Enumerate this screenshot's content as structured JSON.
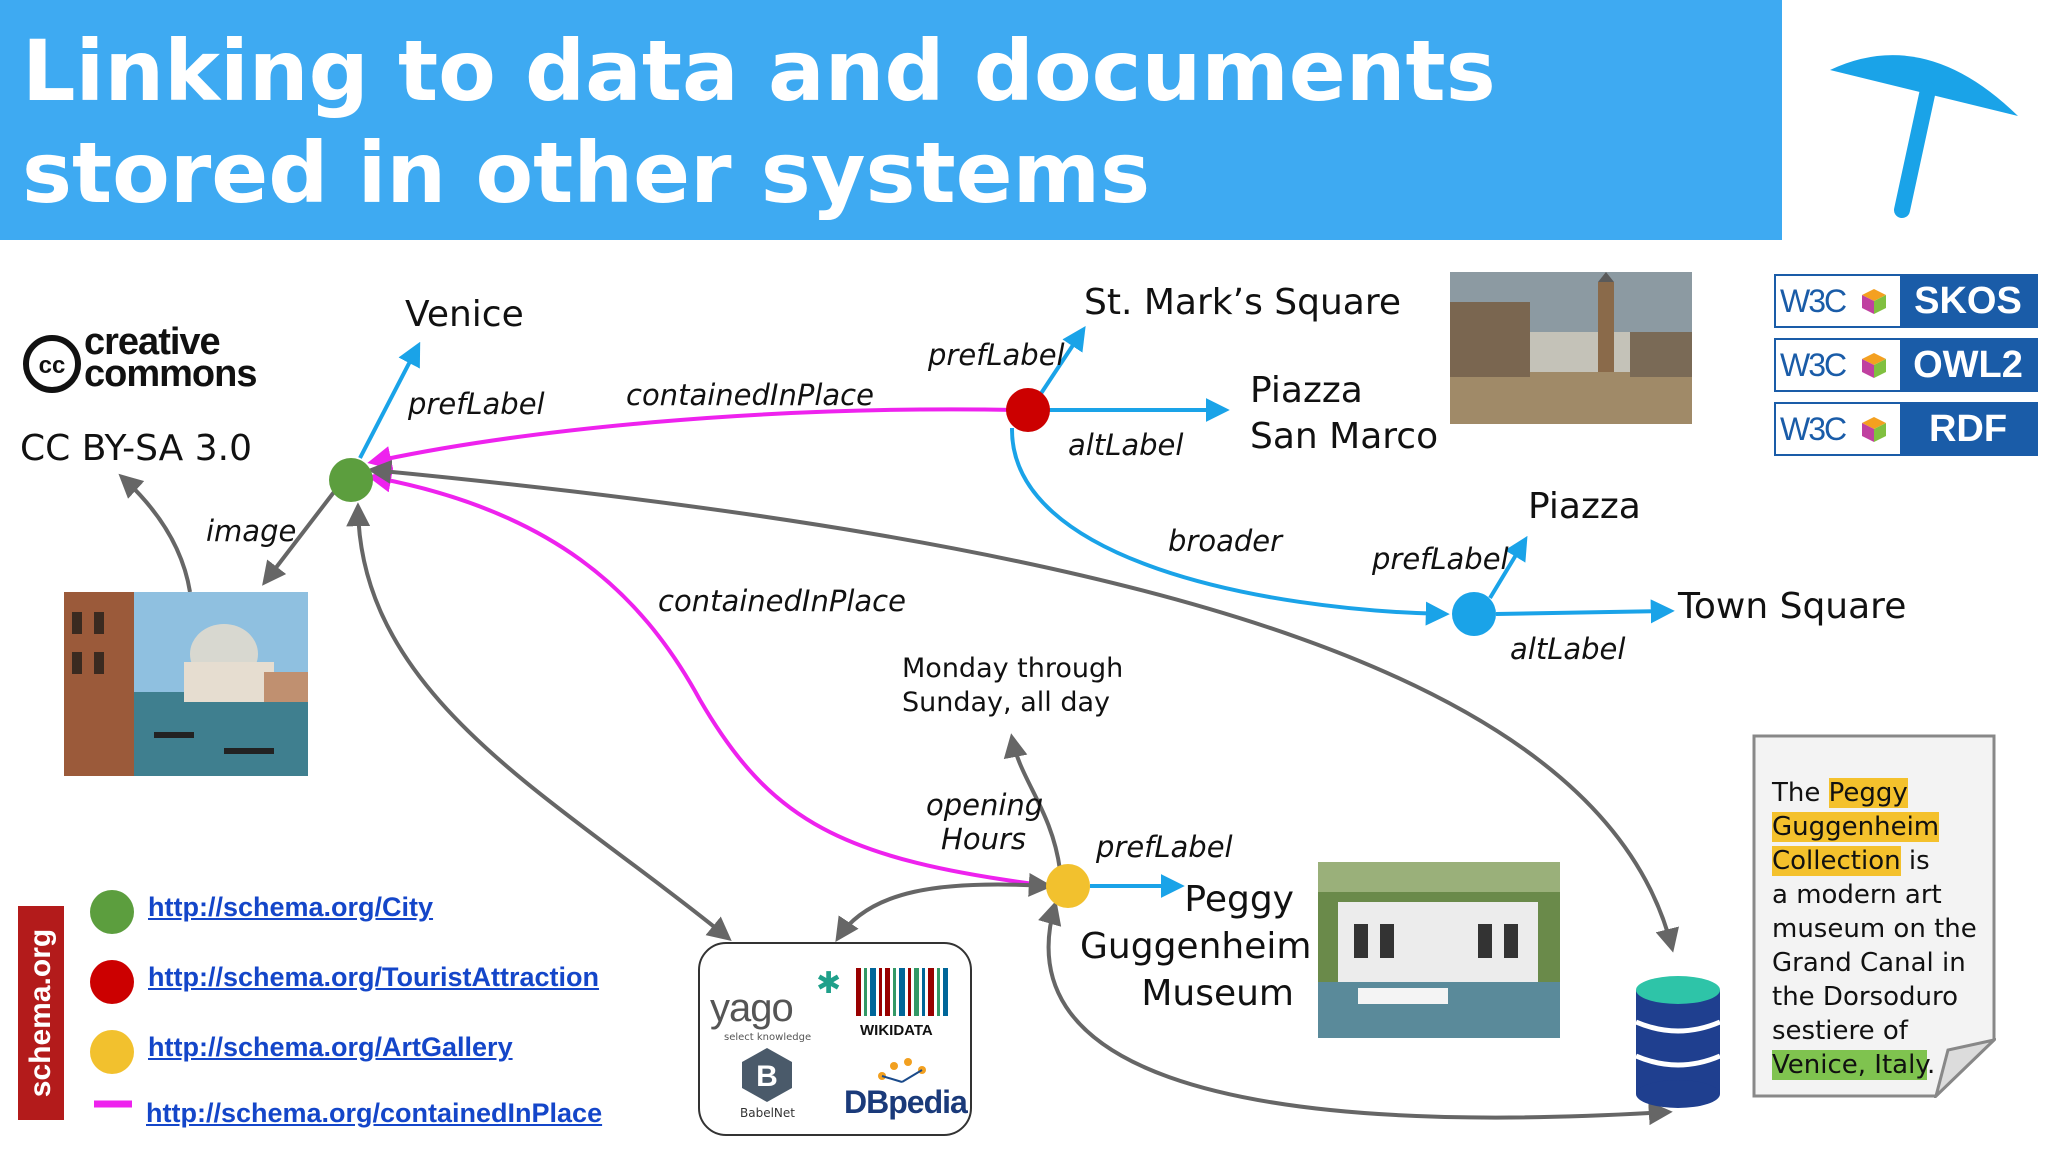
{
  "title": {
    "line1": "Linking to data and documents",
    "line2": "stored in other systems"
  },
  "cc": {
    "word1": "creative",
    "word2": "commons",
    "license": "CC BY-SA 3.0"
  },
  "nodes": {
    "venice": "Venice",
    "st_marks": "St. Mark’s Square",
    "piazza_san_marco_1": "Piazza",
    "piazza_san_marco_2": "San Marco",
    "piazza": "Piazza",
    "town_square": "Town Square",
    "opening_hours_1": "Monday through",
    "opening_hours_2": "Sunday, all day",
    "peggy_1": "Peggy",
    "peggy_2": "Guggenheim",
    "peggy_3": "Museum"
  },
  "edges": {
    "prefLabel_venice": "prefLabel",
    "image": "image",
    "containedInPlace_top": "containedInPlace",
    "containedInPlace_mid": "containedInPlace",
    "prefLabel_stmarks": "prefLabel",
    "altLabel_stmarks": "altLabel",
    "broader": "broader",
    "prefLabel_piazza": "prefLabel",
    "altLabel_piazza": "altLabel",
    "opening_1": "opening",
    "opening_2": "Hours",
    "prefLabel_peggy": "prefLabel"
  },
  "vocab_badges": [
    {
      "w3c": "W3C",
      "name": "SKOS"
    },
    {
      "w3c": "W3C",
      "name": "OWL2"
    },
    {
      "w3c": "W3C",
      "name": "RDF"
    }
  ],
  "legend": {
    "tag": "schema.org",
    "items": [
      {
        "color": "#5c9e3e",
        "link": "http://schema.org/City"
      },
      {
        "color": "#cc0000",
        "link": "http://schema.org/TouristAttraction"
      },
      {
        "color": "#f2c12e",
        "link": "http://schema.org/ArtGallery"
      },
      {
        "color": "#ee22ee",
        "link": "http://schema.org/containedInPlace"
      }
    ]
  },
  "knowledge_bases": {
    "yago": "yago",
    "yago_sub": "select knowledge",
    "wikidata": "WIKIDATA",
    "babelnet": "BabelNet",
    "dbpedia": "DBpedia"
  },
  "document": {
    "w1": "The ",
    "h1": "Peggy",
    "h2": "Guggenheim",
    "h3": "Collection",
    "w2": " is",
    "w3": "a modern art",
    "w4": "museum on the",
    "w5": "Grand Canal in",
    "w6": "the Dorsoduro",
    "w7": "sestiere of",
    "h4": "Venice, Italy",
    "w8": "."
  },
  "colors": {
    "header": "#3eaaf2",
    "city": "#5c9e3e",
    "tourist_attraction": "#cc0000",
    "art_gallery": "#f2c12e",
    "skos_node": "#1aa3e8",
    "contained_in_place": "#ee22ee",
    "skos_edge": "#1aa3e8",
    "generic_edge": "#666666"
  }
}
